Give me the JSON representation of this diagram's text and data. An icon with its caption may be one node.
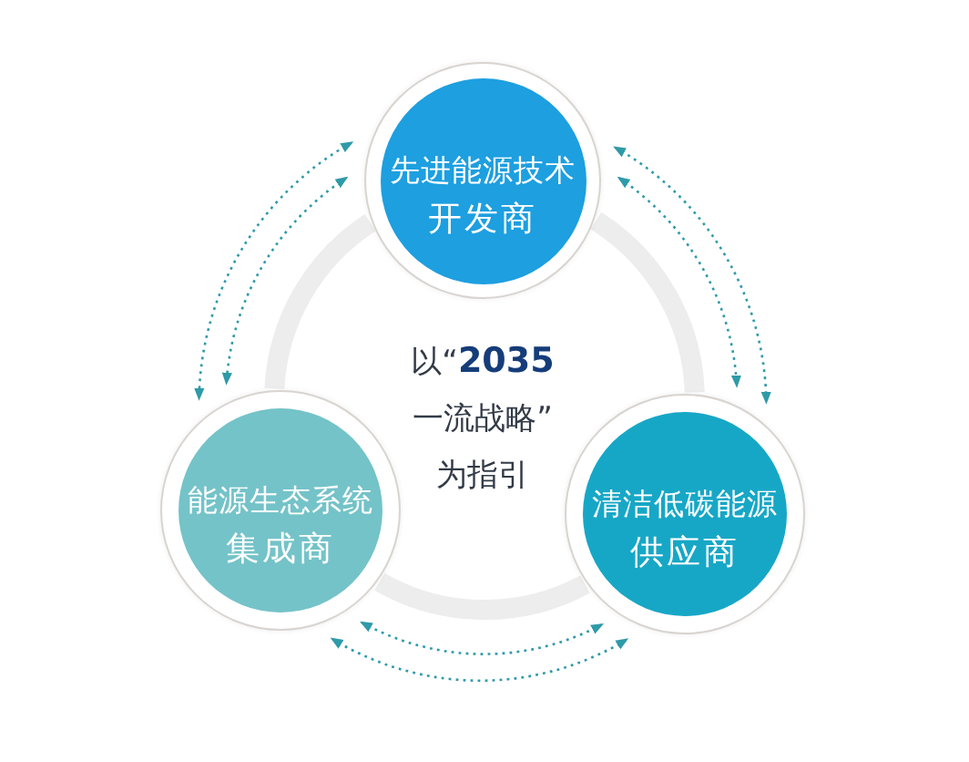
{
  "diagram": {
    "nodes": [
      {
        "text": [
          "先进能源技术",
          "开发商"
        ]
      },
      {
        "text": [
          "能源生态系统",
          "集成商"
        ]
      },
      {
        "text": [
          "清洁低碳能源",
          "供应商"
        ]
      }
    ],
    "edges": [
      {
        "from": 0,
        "to": 1,
        "arrow": "both",
        "style": "dashed"
      },
      {
        "from": 0,
        "to": 1,
        "arrow": "both",
        "style": "dashed"
      },
      {
        "from": 0,
        "to": 2,
        "arrow": "both",
        "style": "dashed"
      },
      {
        "from": 0,
        "to": 2,
        "arrow": "both",
        "style": "dashed"
      },
      {
        "from": 1,
        "to": 2,
        "arrow": "both",
        "style": "dashed"
      },
      {
        "from": 1,
        "to": 2,
        "arrow": "both",
        "style": "dashed"
      }
    ],
    "labels": [
      "以“**2035**一流战略”为指引"
    ]
  }
}
